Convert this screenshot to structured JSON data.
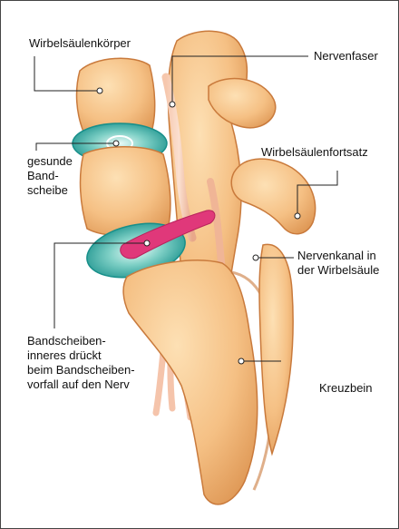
{
  "labels": {
    "vertebral_body": "Wirbelsäulenkörper",
    "nerve_fiber": "Nervenfaser",
    "spinous_process": "Wirbelsäulenfortsatz",
    "healthy_disc": [
      "gesunde",
      "Band-",
      "scheibe"
    ],
    "spinal_canal": [
      "Nervenkanal in",
      "der Wirbelsäule"
    ],
    "disc_core": [
      "Bandscheiben-",
      "inneres drückt",
      "beim Bandscheiben-",
      "vorfall auf den Nerv"
    ],
    "sacrum": "Kreuzbein"
  },
  "colors": {
    "bone_fill": "#f7c78e",
    "bone_shadow": "#e29a5a",
    "bone_outline": "#c97a3c",
    "disc_teal": "#1fa7a0",
    "disc_light": "#bfe8e2",
    "herniation": "#e0387a",
    "nerve": "#f3b79a",
    "leader_line": "#222222"
  }
}
